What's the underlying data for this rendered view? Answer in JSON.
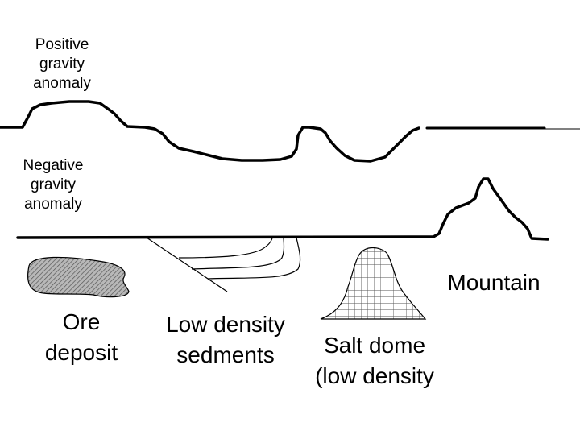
{
  "labels": {
    "positive_anomaly": [
      "Positive",
      "gravity",
      "anomaly"
    ],
    "negative_anomaly": [
      "Negative",
      "gravity",
      "anomaly"
    ],
    "mountain": "Mountain",
    "ore_deposit": [
      "Ore",
      "deposit"
    ],
    "low_density": [
      "Low density",
      "sedments"
    ],
    "salt_dome": [
      "Salt dome",
      "(low density"
    ]
  },
  "colors": {
    "ink": "#000000",
    "background": "#ffffff",
    "ore_fill": "#b8b8b8"
  }
}
